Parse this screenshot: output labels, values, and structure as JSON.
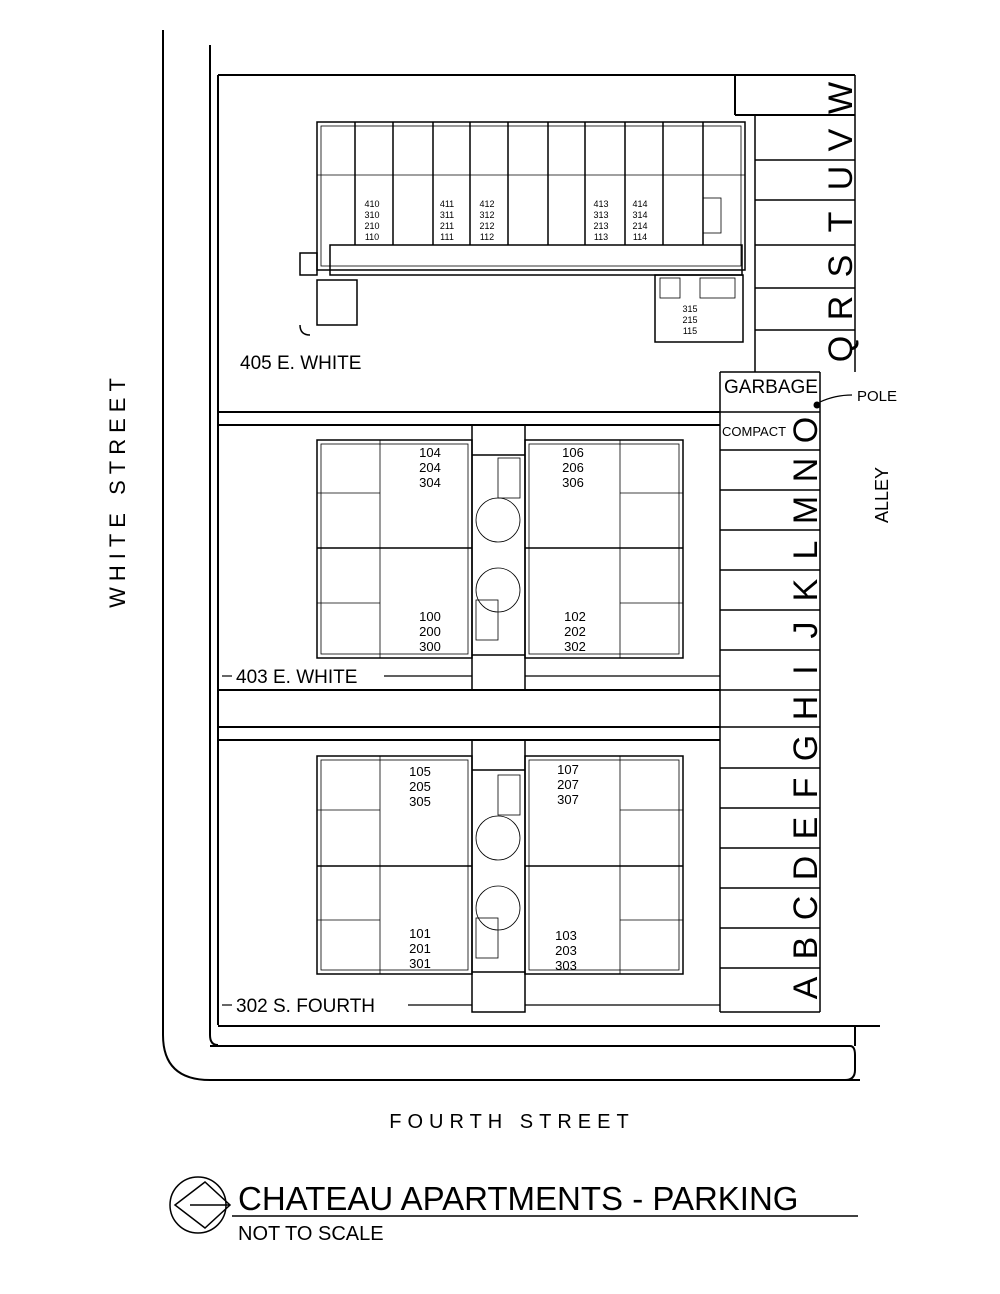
{
  "streets": {
    "white_street": "WHITE STREET",
    "fourth_street": "FOURTH STREET",
    "alley": "ALLEY"
  },
  "buildings": {
    "b405": {
      "address": "405 E. WHITE",
      "unit_stacks": [
        [
          "410",
          "310",
          "210",
          "110"
        ],
        [
          "411",
          "311",
          "211",
          "111"
        ],
        [
          "412",
          "312",
          "212",
          "112"
        ],
        [
          "413",
          "313",
          "213",
          "113"
        ],
        [
          "414",
          "314",
          "214",
          "114"
        ]
      ],
      "annex_stack": [
        "315",
        "215",
        "115"
      ]
    },
    "b403": {
      "address": "403 E. WHITE",
      "stack_top_left": [
        "104",
        "204",
        "304"
      ],
      "stack_top_right": [
        "106",
        "206",
        "306"
      ],
      "stack_bottom_left": [
        "100",
        "200",
        "300"
      ],
      "stack_bottom_right": [
        "102",
        "202",
        "302"
      ]
    },
    "b302": {
      "address": "302 S. FOURTH",
      "stack_top_left": [
        "105",
        "205",
        "305"
      ],
      "stack_top_right": [
        "107",
        "207",
        "307"
      ],
      "stack_bottom_left": [
        "101",
        "201",
        "301"
      ],
      "stack_bottom_right": [
        "103",
        "203",
        "303"
      ]
    }
  },
  "parking": {
    "garbage_label": "GARBAGE",
    "compact_label": "COMPACT",
    "pole_label": "POLE",
    "spaces": [
      "W",
      "V",
      "U",
      "T",
      "S",
      "R",
      "Q",
      "O",
      "N",
      "M",
      "L",
      "K",
      "J",
      "I",
      "H",
      "G",
      "F",
      "E",
      "D",
      "C",
      "B",
      "A"
    ]
  },
  "title_block": {
    "title": "CHATEAU APARTMENTS - PARKING",
    "subtitle": "NOT TO SCALE"
  }
}
